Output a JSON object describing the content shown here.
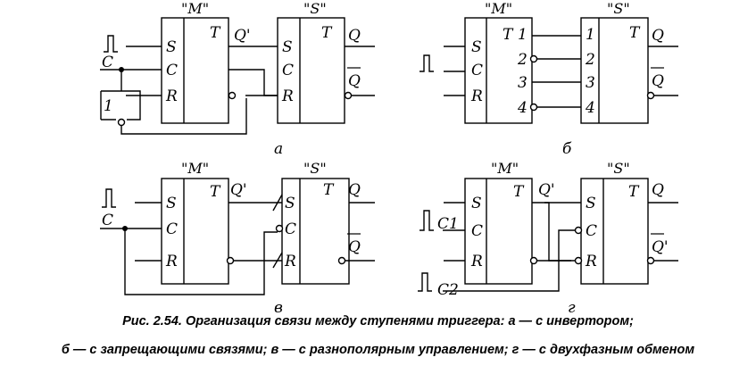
{
  "panels": {
    "a": {
      "master_title": "\"M\"",
      "slave_title": "\"S\"",
      "m_s": "S",
      "m_c": "C",
      "m_r": "R",
      "m_t": "T",
      "m_q": "Q'",
      "s_s": "S",
      "s_c": "C",
      "s_r": "R",
      "s_t": "T",
      "s_q": "Q",
      "s_qbar": "Q",
      "clock": "C",
      "inverter": "1",
      "label": "a"
    },
    "b": {
      "master_title": "\"M\"",
      "slave_title": "\"S\"",
      "m_s": "S",
      "m_c": "C",
      "m_r": "R",
      "m_t": "T",
      "m_o1": "1",
      "m_o2": "2",
      "m_o3": "3",
      "m_o4": "4",
      "s_i1": "1",
      "s_i2": "2",
      "s_i3": "3",
      "s_i4": "4",
      "s_t": "T",
      "s_q": "Q",
      "s_qbar": "Q",
      "label": "б"
    },
    "v": {
      "master_title": "\"M\"",
      "slave_title": "\"S\"",
      "m_s": "S",
      "m_c": "C",
      "m_r": "R",
      "m_t": "T",
      "m_q": "Q'",
      "s_s": "S",
      "s_c": "C",
      "s_r": "R",
      "s_t": "T",
      "s_q": "Q",
      "s_qbar": "Q",
      "clock": "C",
      "label": "в"
    },
    "g": {
      "master_title": "\"M\"",
      "slave_title": "\"S\"",
      "m_s": "S",
      "m_c": "C",
      "m_r": "R",
      "m_t": "T",
      "m_q": "Q'",
      "s_s": "S",
      "s_c": "C",
      "s_r": "R",
      "s_t": "T",
      "s_q": "Q",
      "s_qbar": "Q'",
      "clock1": "C1",
      "clock2": "C2",
      "label": "г"
    }
  },
  "caption": {
    "line1": "Рис. 2.54. Организация связи между ступенями триггера: а — с инвертором;",
    "line2": "б — с запрещающими связями; в — с разнополярным управлением; г — с двухфазным обменом"
  }
}
